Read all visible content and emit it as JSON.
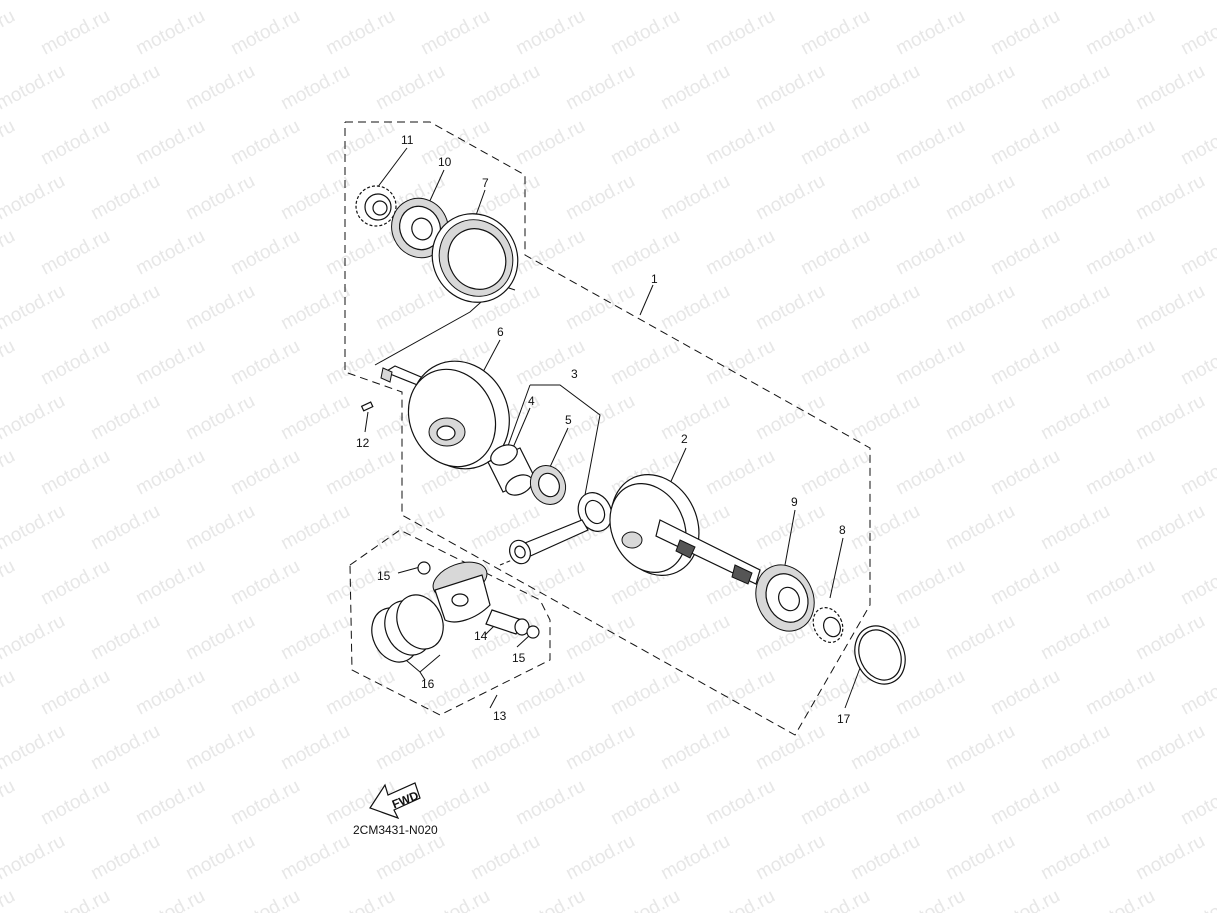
{
  "watermark": {
    "text": "motod.ru",
    "color": "#e7e7e7"
  },
  "diagram": {
    "code": "2CM3431-N020",
    "fwd_label": "FWD",
    "callouts": [
      {
        "id": "callout-1",
        "label": "1"
      },
      {
        "id": "callout-2",
        "label": "2"
      },
      {
        "id": "callout-3",
        "label": "3"
      },
      {
        "id": "callout-4",
        "label": "4"
      },
      {
        "id": "callout-5",
        "label": "5"
      },
      {
        "id": "callout-6",
        "label": "6"
      },
      {
        "id": "callout-7",
        "label": "7"
      },
      {
        "id": "callout-8",
        "label": "8"
      },
      {
        "id": "callout-9",
        "label": "9"
      },
      {
        "id": "callout-10",
        "label": "10"
      },
      {
        "id": "callout-11",
        "label": "11"
      },
      {
        "id": "callout-12",
        "label": "12"
      },
      {
        "id": "callout-13",
        "label": "13"
      },
      {
        "id": "callout-14",
        "label": "14"
      },
      {
        "id": "callout-15a",
        "label": "15"
      },
      {
        "id": "callout-15b",
        "label": "15"
      },
      {
        "id": "callout-16",
        "label": "16"
      },
      {
        "id": "callout-17",
        "label": "17"
      }
    ]
  }
}
